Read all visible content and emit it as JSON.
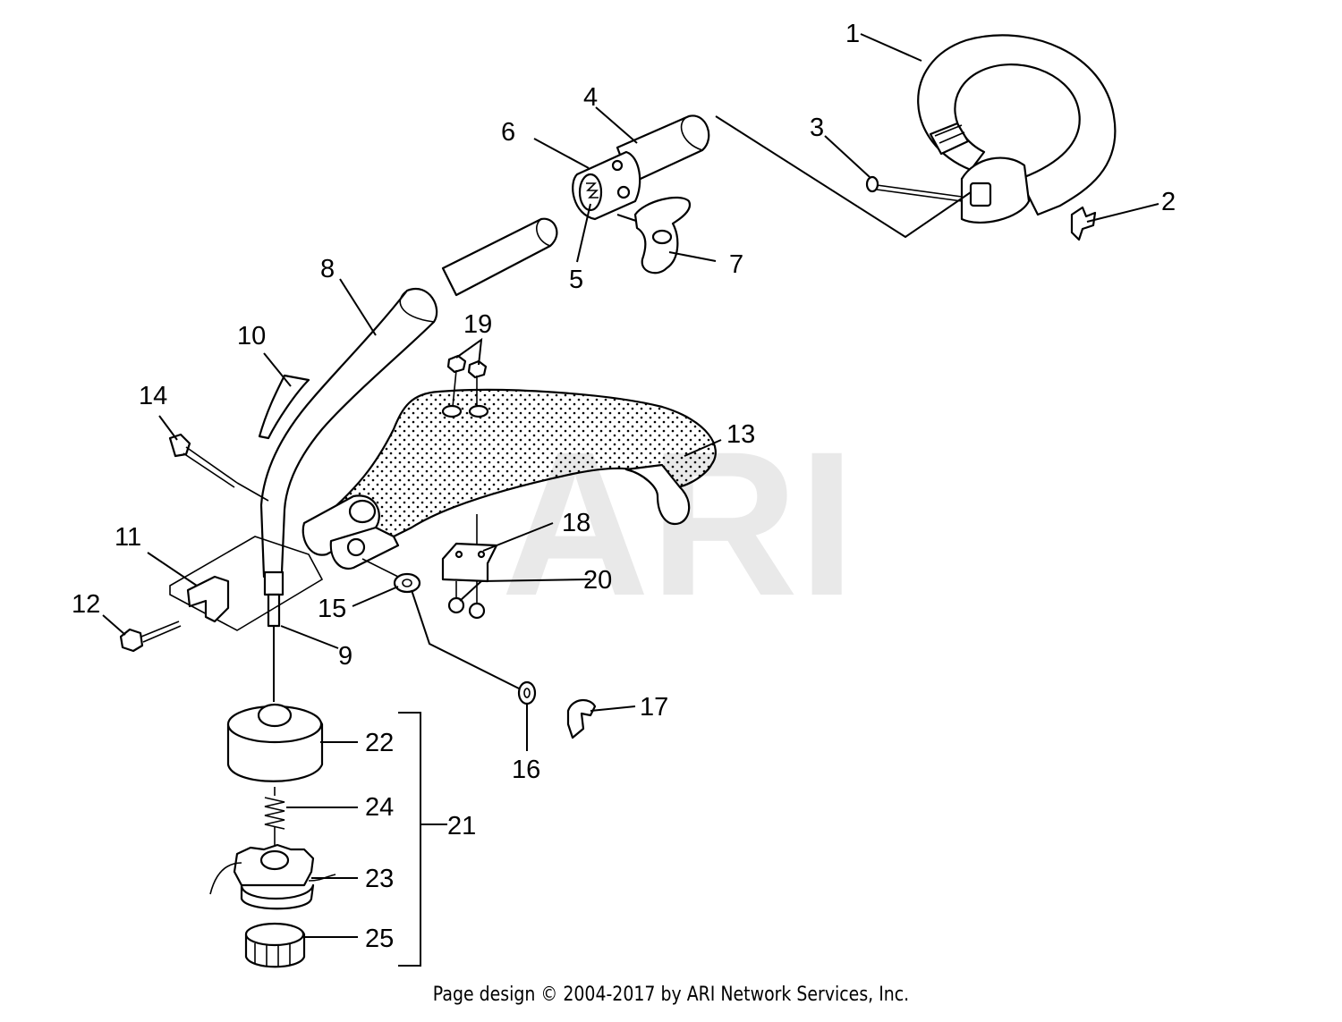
{
  "watermark": "ARI",
  "footer": "Page design © 2004-2017 by ARI Network Services, Inc.",
  "callouts": [
    "1",
    "2",
    "3",
    "4",
    "5",
    "6",
    "7",
    "8",
    "9",
    "10",
    "11",
    "12",
    "13",
    "14",
    "15",
    "16",
    "17",
    "18",
    "19",
    "20",
    "21",
    "22",
    "23",
    "24",
    "25"
  ]
}
